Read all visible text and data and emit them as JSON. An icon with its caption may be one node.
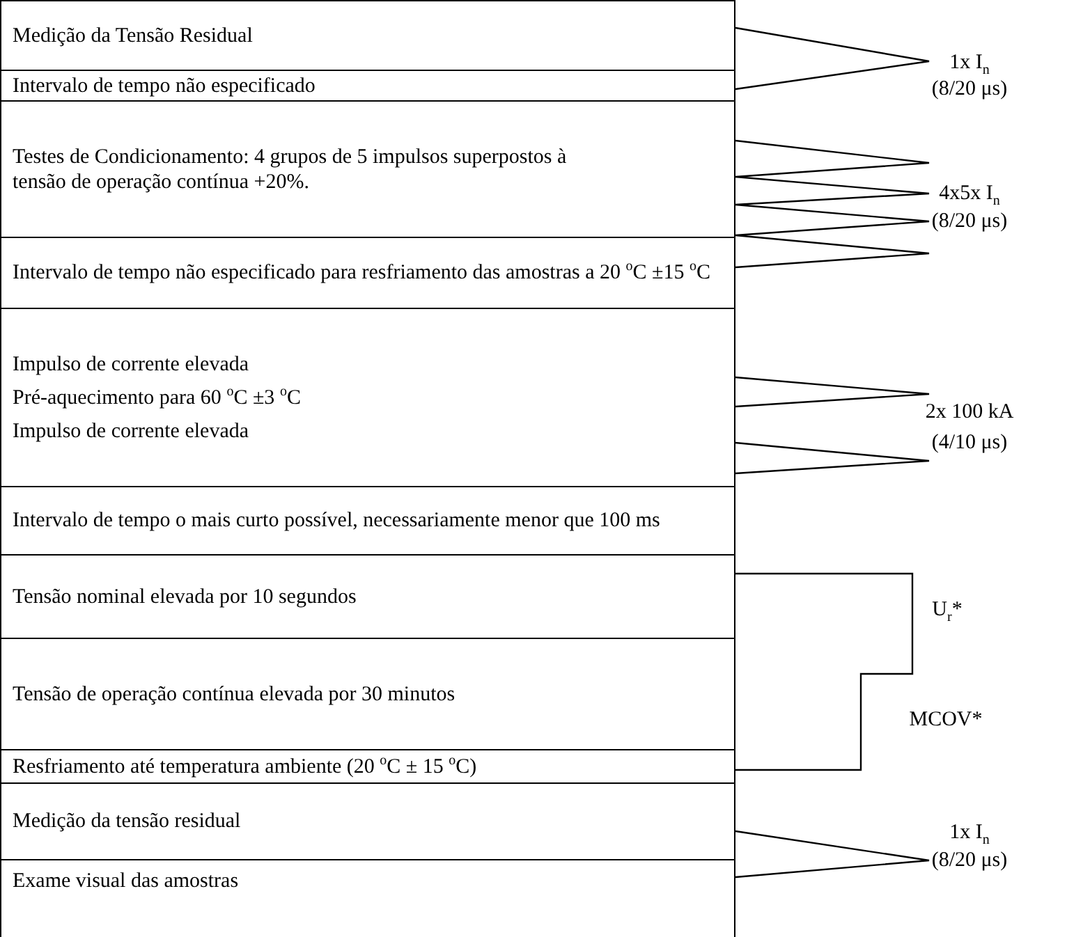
{
  "diagram": {
    "nodes": [
      {
        "text": [
          "Medição da Tensão Residual"
        ]
      },
      {
        "text": [
          "Intervalo de tempo não especificado"
        ]
      },
      {
        "text": [
          "Testes de Condicionamento: 4 grupos de 5 impulsos superpostos à tensão de operação contínua +20%."
        ]
      },
      {
        "text": [
          "Intervalo de tempo não especificado para resfriamento das amostras a 20 $^{o}$C ±15 $^{o}$C"
        ]
      },
      {
        "text": [
          "Impulso de corrente elevada",
          "Pré-aquecimento para 60 $^{o}$C ±3 $^{o}$C",
          "Impulso de corrente elevada"
        ]
      },
      {
        "text": [
          "Intervalo de tempo o mais curto possível, necessariamente menor que 100 ms"
        ]
      },
      {
        "text": [
          "Tensão nominal elevada por 10 segundos"
        ]
      },
      {
        "text": [
          "Tensão de operação contínua elevada por 30 minutos"
        ]
      },
      {
        "text": [
          "Resfriamento até temperatura ambiente (20 $^{o}$C ± 15 $^{o}$C)"
        ]
      },
      {
        "text": [
          "Medição da tensão residual"
        ]
      },
      {
        "text": [
          "Exame visual das amostras"
        ]
      }
    ],
    "labels": [
      "1x I$_{n}$",
      "(8/20 μs)",
      "4x5x I$_{n}$",
      "(8/20 μs)",
      "2x 100 kA",
      "(4/10 μs)",
      "U$_{r}$*",
      "MCOV*",
      "1x I$_{n}$",
      "(8/20 μs)"
    ]
  }
}
